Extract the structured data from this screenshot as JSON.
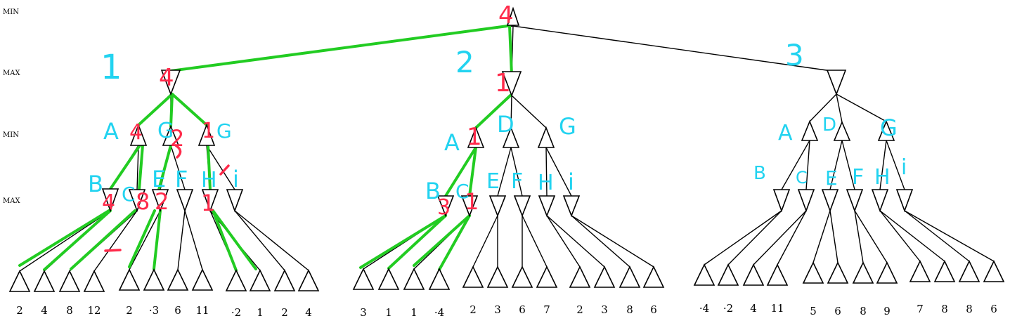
{
  "level_labels": [
    "MIN",
    "MAX",
    "MIN",
    "MAX"
  ],
  "leaf_values": [
    [
      "2",
      "4",
      "8",
      "12",
      "2",
      "-3",
      "6",
      "11",
      "-2",
      "1",
      "2",
      "4"
    ],
    [
      "3",
      "1",
      "1",
      "-4",
      "2",
      "3",
      "6",
      "7",
      "2",
      "3",
      "8",
      "6"
    ],
    [
      "-4",
      "-2",
      "4",
      "11",
      "5",
      "6",
      "8",
      "9",
      "7",
      "8",
      "8",
      "6"
    ]
  ],
  "annotations": {
    "root_value": "4",
    "subtree_numbers": [
      "1",
      "2",
      "3"
    ],
    "subtree1": {
      "max_value": "4",
      "min_letters": [
        "A",
        "G",
        "G"
      ],
      "min_values": [
        "4",
        "2",
        "1"
      ],
      "max_letters": [
        "B",
        "C",
        "E",
        "F",
        "H",
        "i"
      ],
      "max_values": [
        "4",
        "8",
        "2",
        "1"
      ]
    },
    "subtree2": {
      "max_value": "1",
      "min_letters": [
        "A",
        "D",
        "G"
      ],
      "min_values": [
        "1"
      ],
      "max_letters": [
        "B",
        "C",
        "E",
        "F",
        "H",
        "i"
      ],
      "max_values": [
        "3",
        "1"
      ]
    },
    "subtree3": {
      "min_letters": [
        "A",
        "D",
        "G"
      ],
      "max_letters": [
        "B",
        "C",
        "E",
        "F",
        "H",
        "i"
      ]
    }
  }
}
